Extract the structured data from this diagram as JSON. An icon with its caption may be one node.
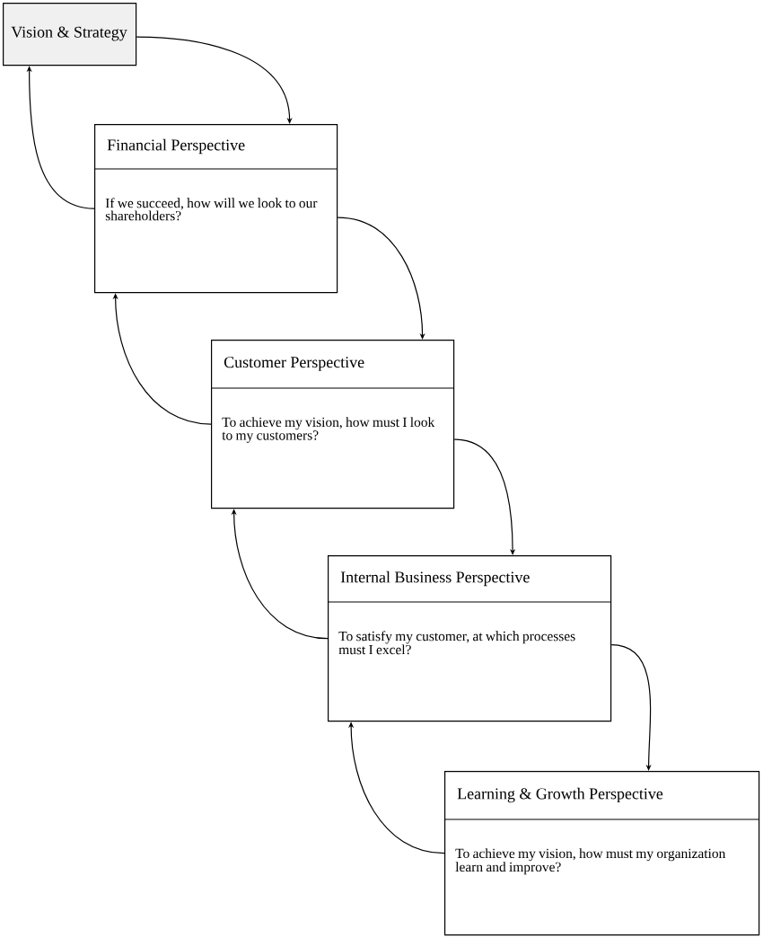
{
  "diagram": {
    "nodes": [
      {
        "text": [
          "Vision & Strategy"
        ]
      },
      {
        "text": [
          "Financial Perspective",
          "If we succeed, how will we look to our shareholders?"
        ]
      },
      {
        "text": [
          "Customer Perspective",
          "To achieve my vision, how must I look to my customers?"
        ]
      },
      {
        "text": [
          "Internal Business Perspective",
          "To satisfy my customer, at which processes must I excel?"
        ]
      },
      {
        "text": [
          "Learning & Growth Perspective",
          "To achieve my vision, how must my organization learn and improve?"
        ]
      }
    ],
    "edges": [
      {
        "from": 0,
        "to": 1,
        "arrow": "to"
      },
      {
        "from": 1,
        "to": 0,
        "arrow": "to"
      },
      {
        "from": 1,
        "to": 2,
        "arrow": "to"
      },
      {
        "from": 2,
        "to": 1,
        "arrow": "to"
      },
      {
        "from": 2,
        "to": 3,
        "arrow": "to"
      },
      {
        "from": 3,
        "to": 2,
        "arrow": "to"
      },
      {
        "from": 3,
        "to": 4,
        "arrow": "to"
      },
      {
        "from": 4,
        "to": 3,
        "arrow": "to"
      }
    ]
  }
}
